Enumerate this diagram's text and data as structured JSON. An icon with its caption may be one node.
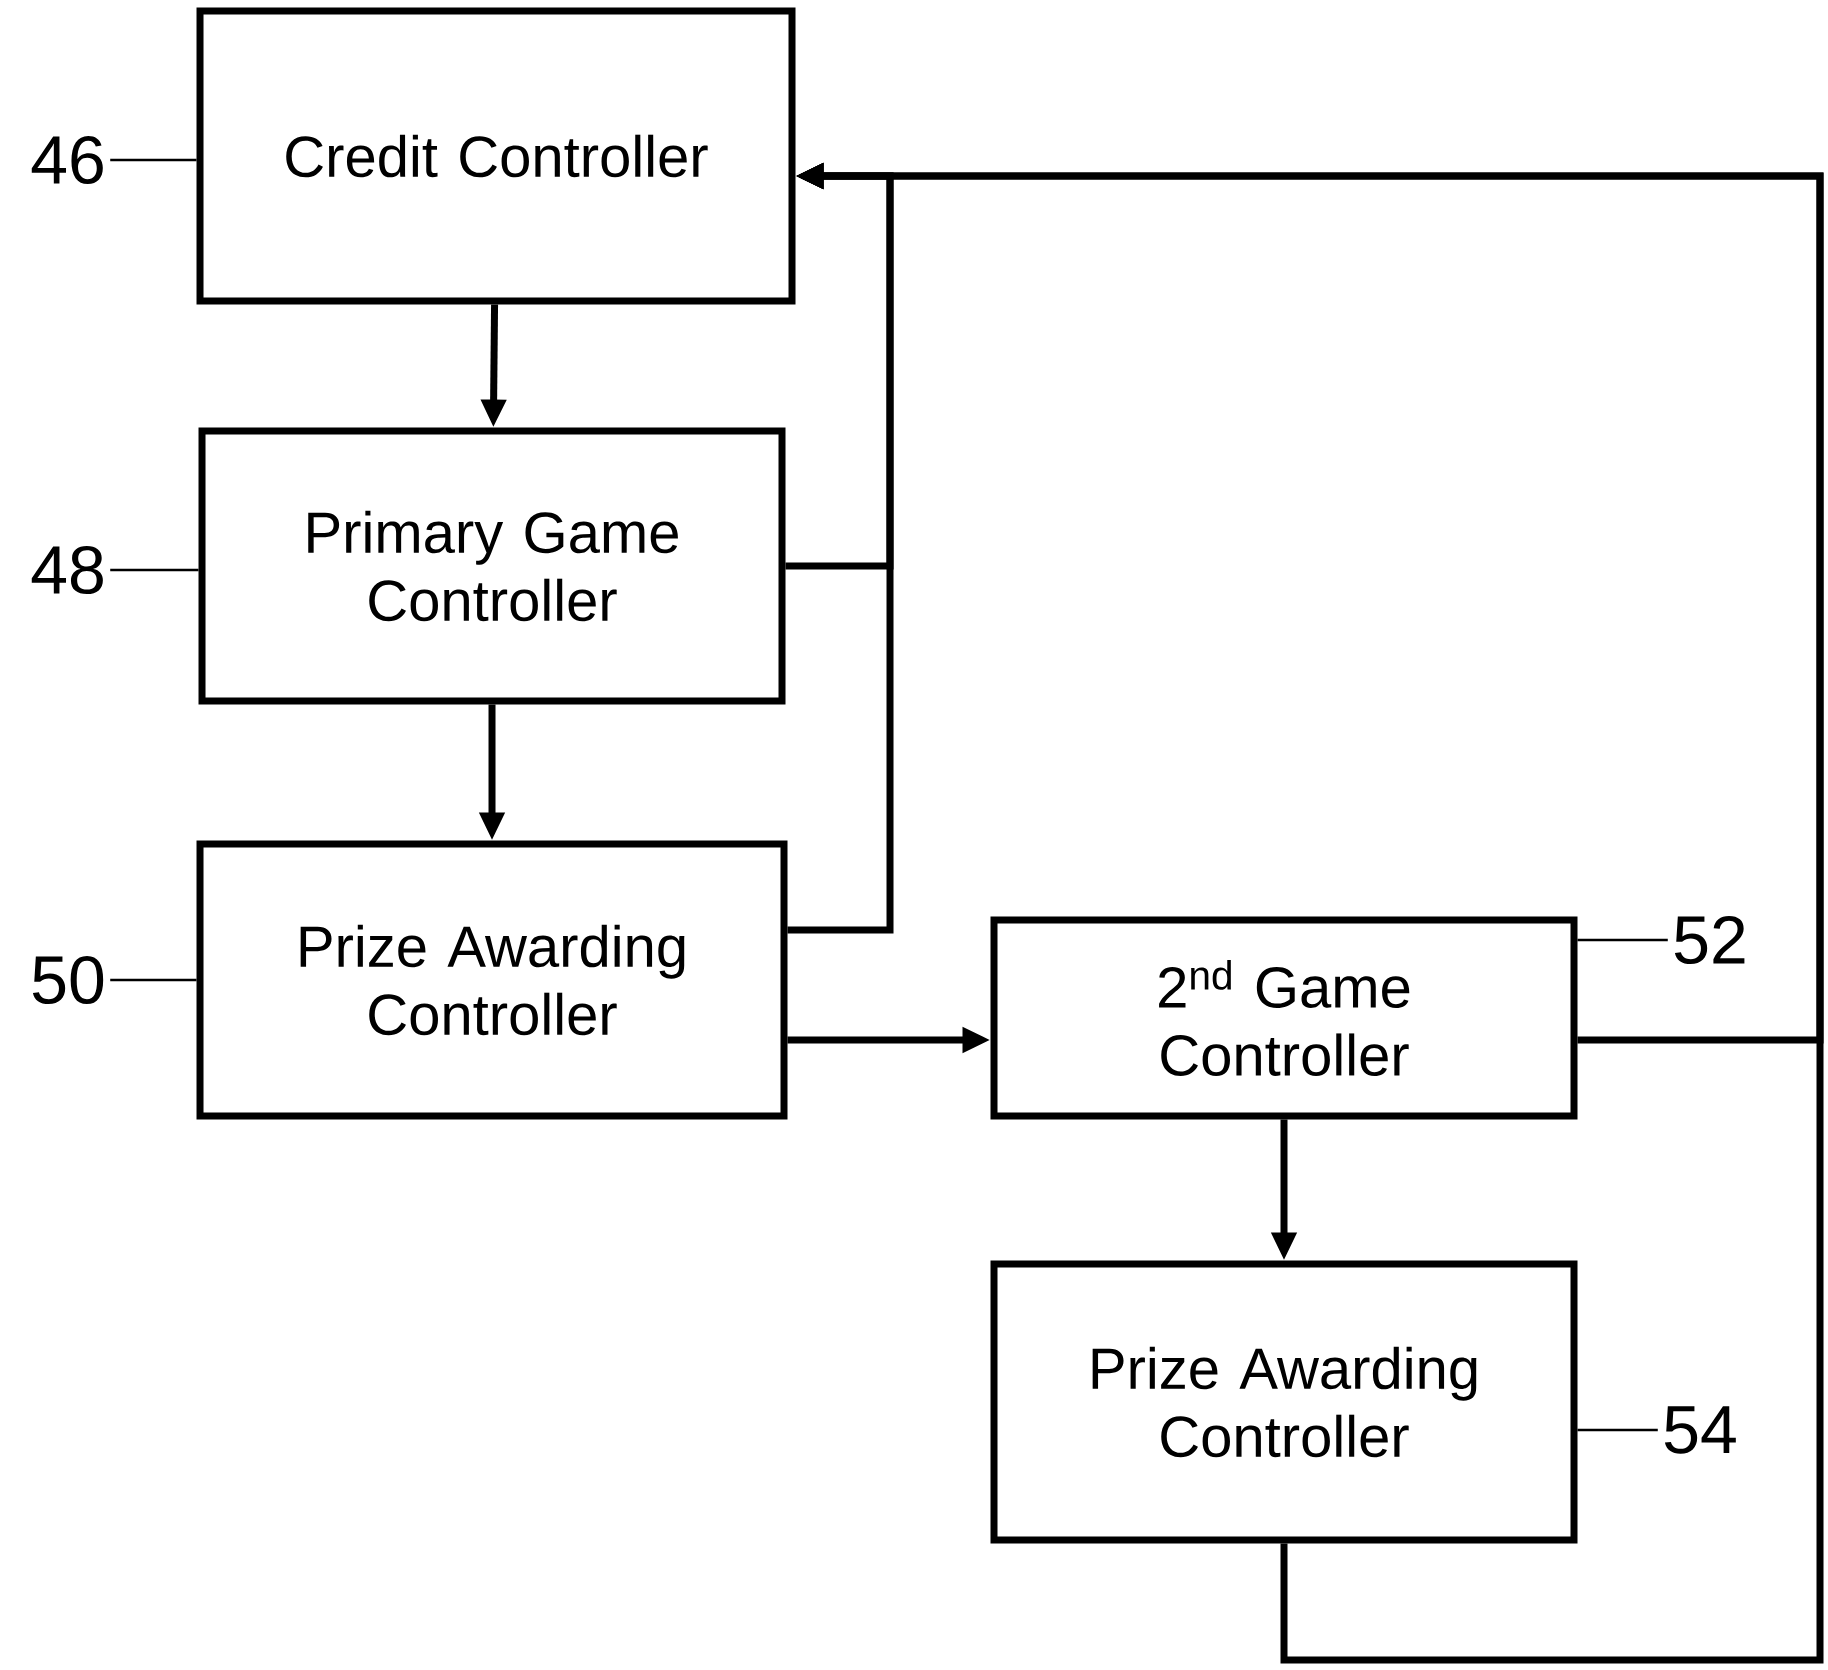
{
  "diagram": {
    "nodes": [
      {
        "text": [
          "Credit Controller"
        ]
      },
      {
        "text": [
          "Primary Game Controller"
        ]
      },
      {
        "text": [
          "Prize Awarding Controller"
        ]
      },
      {
        "text": [
          "2$^{nd}$ Game Controller"
        ]
      },
      {
        "text": [
          "Prize Awarding Controller"
        ]
      },
      {
        "text": [
          "46"
        ]
      },
      {
        "text": [
          "48"
        ]
      },
      {
        "text": [
          "50"
        ]
      },
      {
        "text": [
          "52"
        ]
      },
      {
        "text": [
          "54"
        ]
      }
    ],
    "edges": [
      {
        "from": 0,
        "to": 1,
        "arrow": "to"
      },
      {
        "from": 1,
        "to": 2,
        "arrow": "to"
      },
      {
        "from": 2,
        "to": 3,
        "arrow": "to"
      },
      {
        "from": 3,
        "to": 4,
        "arrow": "to"
      },
      {
        "from": 1,
        "to": 0,
        "arrow": "to"
      },
      {
        "from": 2,
        "to": 0,
        "arrow": "to"
      },
      {
        "from": 3,
        "to": 0,
        "arrow": "to"
      },
      {
        "from": 4,
        "to": 0,
        "arrow": "to"
      },
      {
        "from": 5,
        "to": 0,
        "arrow": "none"
      },
      {
        "from": 6,
        "to": 1,
        "arrow": "none"
      },
      {
        "from": 7,
        "to": 2,
        "arrow": "none"
      },
      {
        "from": 8,
        "to": 3,
        "arrow": "none"
      },
      {
        "from": 9,
        "to": 4,
        "arrow": "none"
      }
    ]
  }
}
